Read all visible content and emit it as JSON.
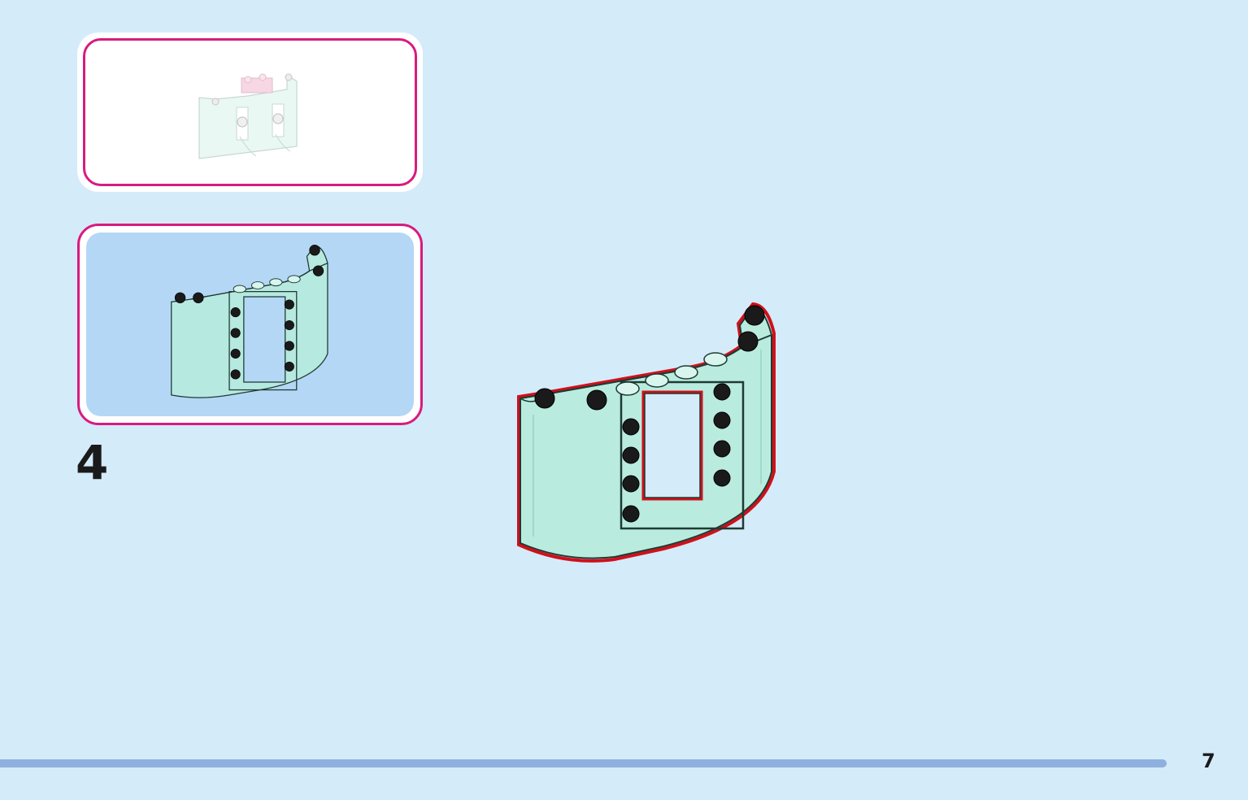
{
  "step": {
    "number": "4"
  },
  "page": {
    "number": "7",
    "progress_fraction": 0.935
  },
  "colors": {
    "background": "#d4ebfa",
    "panel_border": "#d81b7f",
    "result_fill": "#b4d7f5",
    "brick_trans_teal": "#b6ecdc",
    "brick_outline": "#1f3a33",
    "stud_black": "#1a1a1a",
    "new_part_highlight": "#d0101a",
    "progress_bar": "#8fb0de"
  },
  "icons": {
    "context": "completed-model-preview-icon",
    "result": "sub-assembly-result-icon",
    "main": "window-wall-part-icon"
  }
}
